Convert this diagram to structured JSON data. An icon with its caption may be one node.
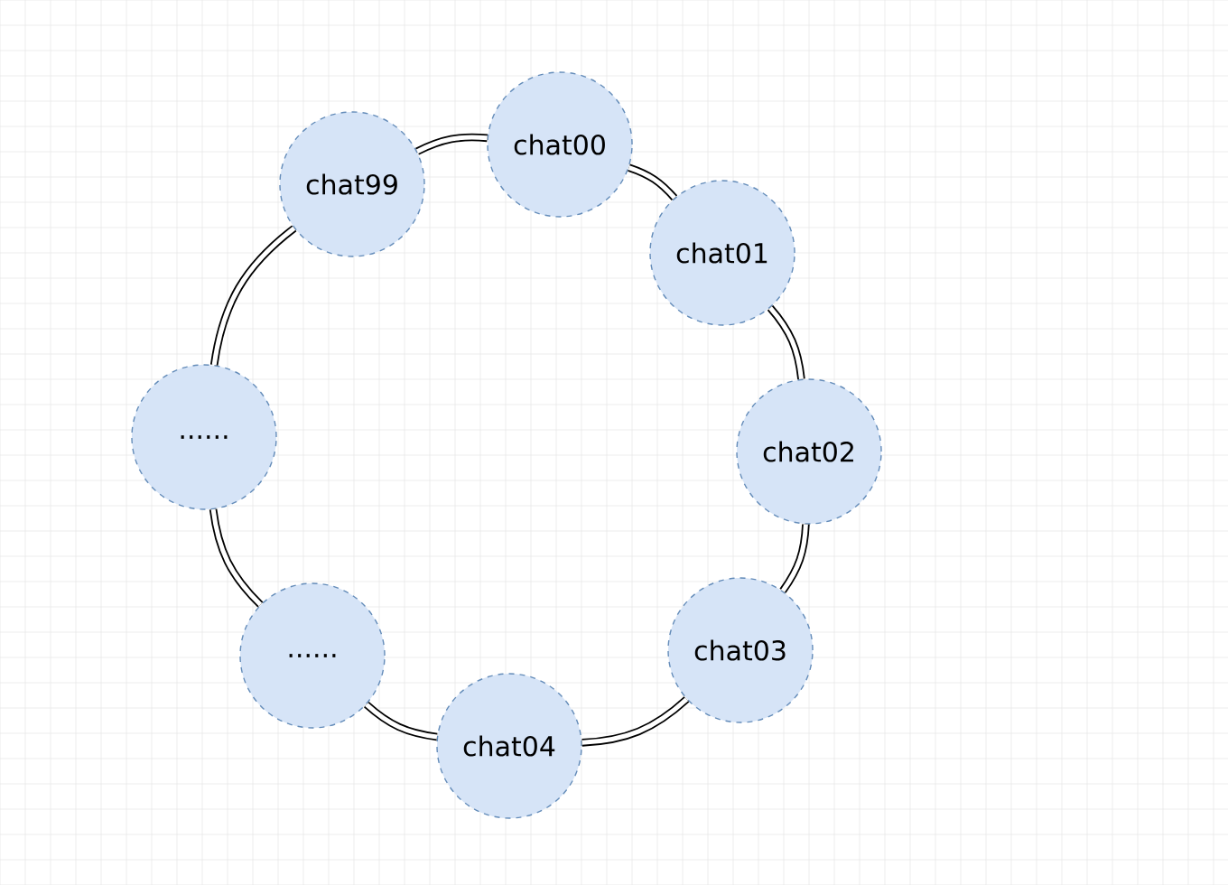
{
  "diagram": {
    "nodes": [
      {
        "text": [
          "chat00"
        ]
      },
      {
        "text": [
          "chat01"
        ]
      },
      {
        "text": [
          "chat02"
        ]
      },
      {
        "text": [
          "chat03"
        ]
      },
      {
        "text": [
          "chat04"
        ]
      },
      {
        "text": [
          "......"
        ]
      },
      {
        "text": [
          "......"
        ]
      },
      {
        "text": [
          "chat99"
        ]
      }
    ],
    "edges": [
      {
        "from": 0,
        "to": 1,
        "arrow": "none"
      },
      {
        "from": 1,
        "to": 2,
        "arrow": "none"
      },
      {
        "from": 2,
        "to": 3,
        "arrow": "none"
      },
      {
        "from": 3,
        "to": 4,
        "arrow": "none"
      },
      {
        "from": 4,
        "to": 5,
        "arrow": "none"
      },
      {
        "from": 5,
        "to": 6,
        "arrow": "none"
      },
      {
        "from": 6,
        "to": 7,
        "arrow": "none"
      },
      {
        "from": 7,
        "to": 0,
        "arrow": "none"
      }
    ]
  }
}
